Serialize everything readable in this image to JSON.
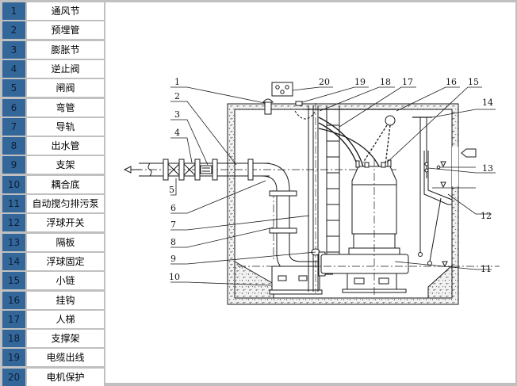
{
  "legend": {
    "items": [
      {
        "num": "1",
        "name": "通风节"
      },
      {
        "num": "2",
        "name": "预埋管"
      },
      {
        "num": "3",
        "name": "膨胀节"
      },
      {
        "num": "4",
        "name": "逆止阀"
      },
      {
        "num": "5",
        "name": "闸阀"
      },
      {
        "num": "6",
        "name": "弯管"
      },
      {
        "num": "7",
        "name": "导轨"
      },
      {
        "num": "8",
        "name": "出水管"
      },
      {
        "num": "9",
        "name": "支架"
      },
      {
        "num": "10",
        "name": "耦合底"
      },
      {
        "num": "11",
        "name": "自动搅匀排污泵"
      },
      {
        "num": "12",
        "name": "浮球开关"
      },
      {
        "num": "13",
        "name": "隔板"
      },
      {
        "num": "14",
        "name": "浮球固定"
      },
      {
        "num": "15",
        "name": "小链"
      },
      {
        "num": "16",
        "name": "挂钩"
      },
      {
        "num": "17",
        "name": "人梯"
      },
      {
        "num": "18",
        "name": "支撑架"
      },
      {
        "num": "19",
        "name": "电缆出线"
      },
      {
        "num": "20",
        "name": "电机保护"
      }
    ]
  },
  "diagram": {
    "callouts": [
      "1",
      "2",
      "3",
      "4",
      "5",
      "6",
      "7",
      "8",
      "9",
      "10",
      "11",
      "12",
      "13",
      "14",
      "15",
      "16",
      "17",
      "18",
      "19",
      "20"
    ]
  },
  "colors": {
    "number_cell": "#336699",
    "grid": "#c0c0c0",
    "panel": "#ffffff",
    "line": "#1a1a1a"
  }
}
